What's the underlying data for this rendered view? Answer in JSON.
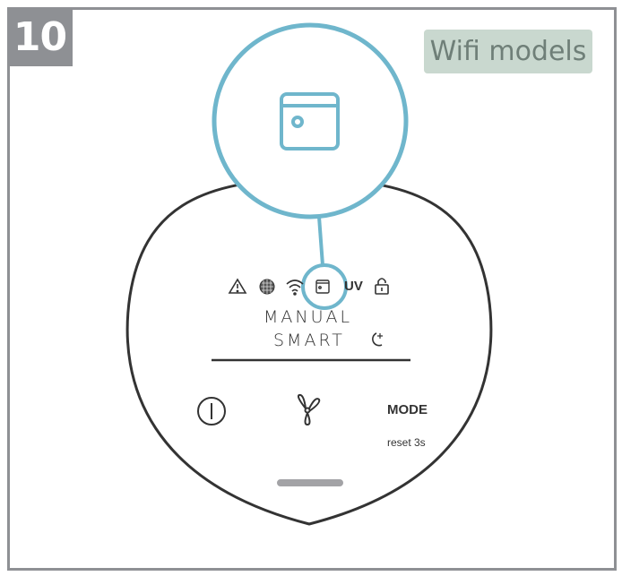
{
  "step": {
    "number": "10"
  },
  "badge": {
    "label": "Wifi models"
  },
  "panel": {
    "mode_manual": "MANUAL",
    "mode_smart": "SMART",
    "uv_label": "UV",
    "mode_button_label": "MODE",
    "reset_hint": "reset 3s"
  },
  "icons": {
    "warning": "warning-icon",
    "filter": "filter-icon",
    "wifi": "wifi-icon",
    "filter_indicator": "filter-replace-icon",
    "lock": "lock-icon",
    "night": "moon-star-icon",
    "power": "power-icon",
    "fan": "fan-icon"
  },
  "colors": {
    "frame": "#8e9094",
    "highlight": "#6fb6cc",
    "badge_bg": "#c9d8cf",
    "outline": "#333333"
  }
}
